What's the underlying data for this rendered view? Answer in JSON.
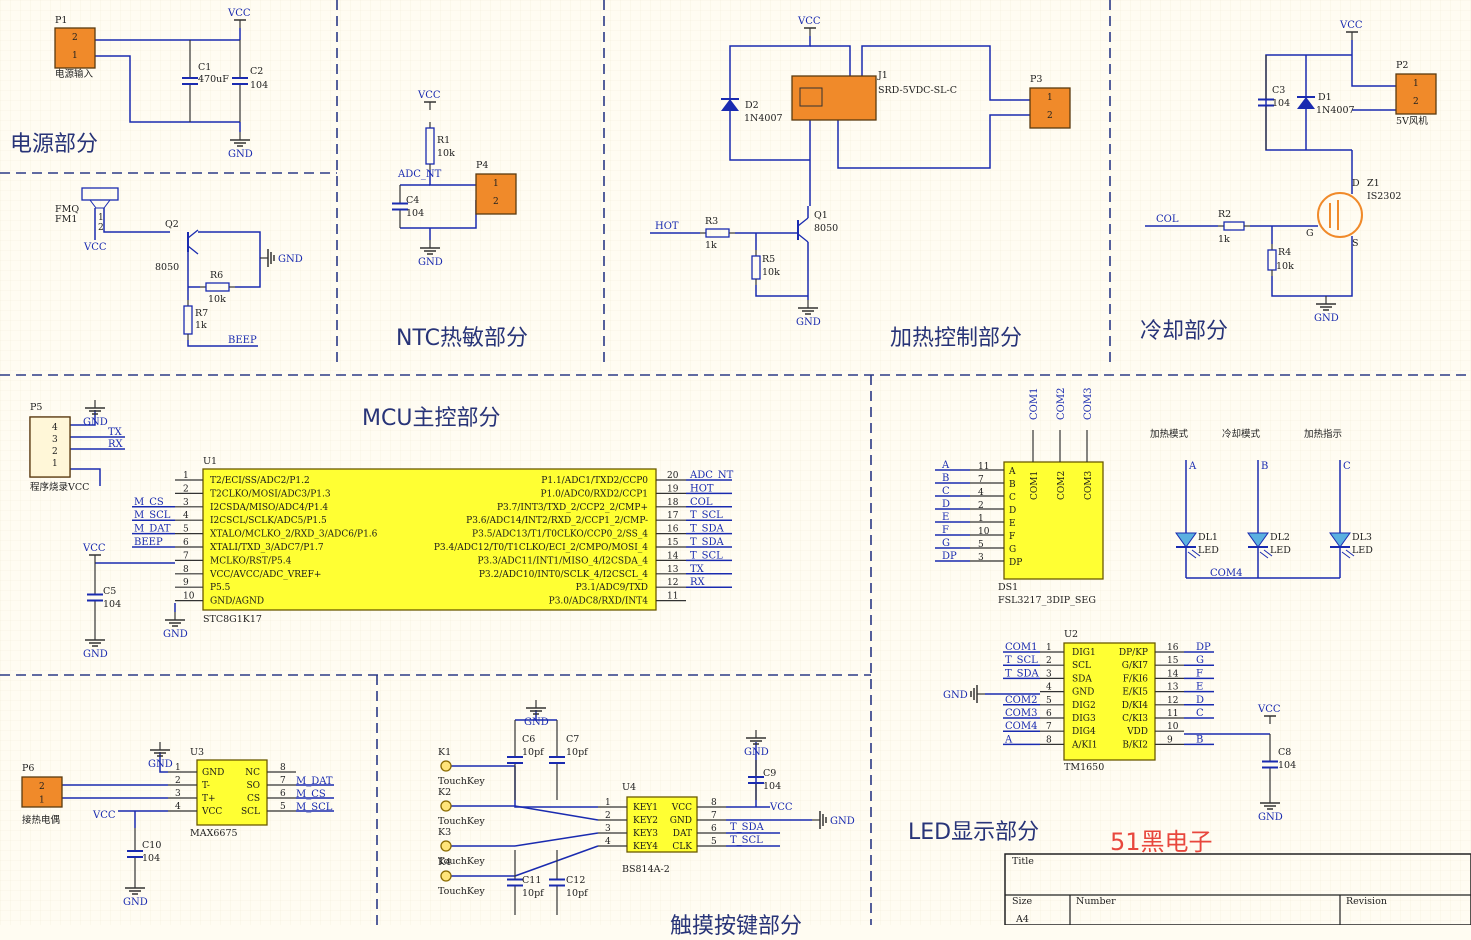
{
  "sections": {
    "power": "电源部分",
    "ntc": "NTC热敏部分",
    "heat_ctrl": "加热控制部分",
    "cooling": "冷却部分",
    "mcu": "MCU主控部分",
    "led_display": "LED显示部分",
    "touch_keys": "触摸按键部分"
  },
  "brand": "51黑电子",
  "nets": {
    "vcc": "VCC",
    "gnd": "GND",
    "adc_nt": "ADC_NT",
    "hot": "HOT",
    "col": "COL",
    "beep": "BEEP",
    "tx": "TX",
    "rx": "RX",
    "m_cs": "M_CS",
    "m_scl": "M_SCL",
    "m_dat": "M_DAT",
    "t_scl": "T_SCL",
    "t_sda": "T_SDA",
    "com4": "COM4"
  },
  "components": {
    "p1": {
      "ref": "P1",
      "desc": "电源输入"
    },
    "c1": {
      "ref": "C1",
      "value": "470uF"
    },
    "c2": {
      "ref": "C2",
      "value": "104"
    },
    "c3": {
      "ref": "C3",
      "value": "104"
    },
    "c4": {
      "ref": "C4",
      "value": "104"
    },
    "c5": {
      "ref": "C5",
      "value": "104"
    },
    "c6": {
      "ref": "C6",
      "value": "10pf"
    },
    "c7": {
      "ref": "C7",
      "value": "10pf"
    },
    "c8": {
      "ref": "C8",
      "value": "104"
    },
    "c9": {
      "ref": "C9",
      "value": "104"
    },
    "c10": {
      "ref": "C10",
      "value": "104"
    },
    "c11": {
      "ref": "C11",
      "value": "10pf"
    },
    "c12": {
      "ref": "C12",
      "value": "10pf"
    },
    "r1": {
      "ref": "R1",
      "value": "10k"
    },
    "r2": {
      "ref": "R2",
      "value": "1k"
    },
    "r3": {
      "ref": "R3",
      "value": "1k"
    },
    "r4": {
      "ref": "R4",
      "value": "10k"
    },
    "r5": {
      "ref": "R5",
      "value": "10k"
    },
    "r6": {
      "ref": "R6",
      "value": "10k"
    },
    "r7": {
      "ref": "R7",
      "value": "1k"
    },
    "d1": {
      "ref": "D1",
      "value": "1N4007"
    },
    "d2": {
      "ref": "D2",
      "value": "1N4007"
    },
    "q1": {
      "ref": "Q1",
      "value": "8050"
    },
    "q2": {
      "ref": "Q2",
      "value": "8050"
    },
    "z1": {
      "ref": "Z1",
      "value": "IS2302",
      "g": "G",
      "d": "D",
      "s": "S"
    },
    "k1": {
      "ref": "J1",
      "value": "SRD-5VDC-SL-C"
    },
    "p2": {
      "ref": "P2",
      "desc": "5V风机"
    },
    "p3": {
      "ref": "P3"
    },
    "p4": {
      "ref": "P4"
    },
    "p5": {
      "ref": "P5",
      "desc": "程序烧录VCC"
    },
    "p6": {
      "ref": "P6",
      "desc": "接热电偶"
    },
    "fmq": {
      "ref": "FMQ",
      "ref2": "FM1"
    },
    "u1": {
      "ref": "U1",
      "value": "STC8G1K17"
    },
    "u2": {
      "ref": "U2",
      "value": "TM1650"
    },
    "u3": {
      "ref": "U3",
      "value": "MAX6675"
    },
    "u4": {
      "ref": "U4",
      "value": "BS814A-2"
    },
    "ds1": {
      "ref": "DS1",
      "value": "FSL3217_3DIP_SEG"
    },
    "dl1": {
      "ref": "DL1",
      "value": "LED",
      "mode": "加热模式",
      "net": "A"
    },
    "dl2": {
      "ref": "DL2",
      "value": "LED",
      "mode": "冷却模式",
      "net": "B"
    },
    "dl3": {
      "ref": "DL3",
      "value": "LED",
      "mode": "加热指示",
      "net": "C"
    },
    "touch": {
      "label": "TouchKey",
      "k1": "K1",
      "k2": "K2",
      "k3": "K3",
      "k4": "K4"
    }
  },
  "u1_pins_left": [
    "T2/ECI/SS/ADC2/P1.2",
    "T2CLKO/MOSI/ADC3/P1.3",
    "I2CSDA/MISO/ADC4/P1.4",
    "I2CSCL/SCLK/ADC5/P1.5",
    "XTALO/MCLKO_2/RXD_3/ADC6/P1.6",
    "XTALI/TXD_3/ADC7/P1.7",
    "MCLKO/RST/P5.4",
    "VCC/AVCC/ADC_VREF+",
    "P5.5",
    "GND/AGND"
  ],
  "u1_pins_right": [
    "P1.1/ADC1/TXD2/CCP0",
    "P1.0/ADC0/RXD2/CCP1",
    "P3.7/INT3/TXD_2/CCP2_2/CMP+",
    "P3.6/ADC14/INT2/RXD_2/CCP1_2/CMP-",
    "P3.5/ADC13/T1/T0CLKO/CCP0_2/SS_4",
    "P3.4/ADC12/T0/T1CLKO/ECI_2/CMPO/MOSI_4",
    "P3.3/ADC11/INT1/MISO_4/I2CSDA_4",
    "P3.2/ADC10/INT0/SCLK_4/I2CSCL_4",
    "P3.1/ADC9/TXD",
    "P3.0/ADC8/RXD/INT4"
  ],
  "u1_left_nets": [
    "",
    "",
    "M_CS",
    "M_SCL",
    "M_DAT",
    "BEEP",
    "",
    "",
    "",
    ""
  ],
  "u1_right_nets": [
    "ADC_NT",
    "HOT",
    "COL",
    "T_SCL",
    "T_SDA",
    "T_SDA",
    "T_SCL",
    "TX",
    "RX",
    ""
  ],
  "u2_pins_left": [
    "DIG1",
    "SCL",
    "SDA",
    "GND",
    "DIG2",
    "DIG3",
    "DIG4",
    "A/KI1"
  ],
  "u2_pins_right": [
    "DP/KP",
    "G/KI7",
    "F/KI6",
    "E/KI5",
    "D/KI4",
    "C/KI3",
    "VDD",
    "B/KI2"
  ],
  "u2_left_nets": [
    "COM1",
    "T_SCL",
    "T_SDA",
    "",
    "COM2",
    "COM3",
    "COM4",
    "A"
  ],
  "u2_right_nets": [
    "DP",
    "G",
    "F",
    "E",
    "D",
    "C",
    "",
    "B"
  ],
  "u3_pins_left": [
    "GND",
    "T-",
    "T+",
    "VCC"
  ],
  "u3_pins_right": [
    "NC",
    "SO",
    "CS",
    "SCL"
  ],
  "u4_pins_left": [
    "KEY1",
    "KEY2",
    "KEY3",
    "KEY4"
  ],
  "u4_pins_right": [
    "VCC",
    "GND",
    "DAT",
    "CLK"
  ],
  "ds1_segments": [
    "A",
    "B",
    "C",
    "D",
    "E",
    "F",
    "G",
    "DP"
  ],
  "ds1_coms": [
    "COM1",
    "COM2",
    "COM3"
  ],
  "title_block": {
    "title": "Title",
    "size": "Size",
    "number": "Number",
    "revision": "Revision",
    "size_value": "A4"
  }
}
